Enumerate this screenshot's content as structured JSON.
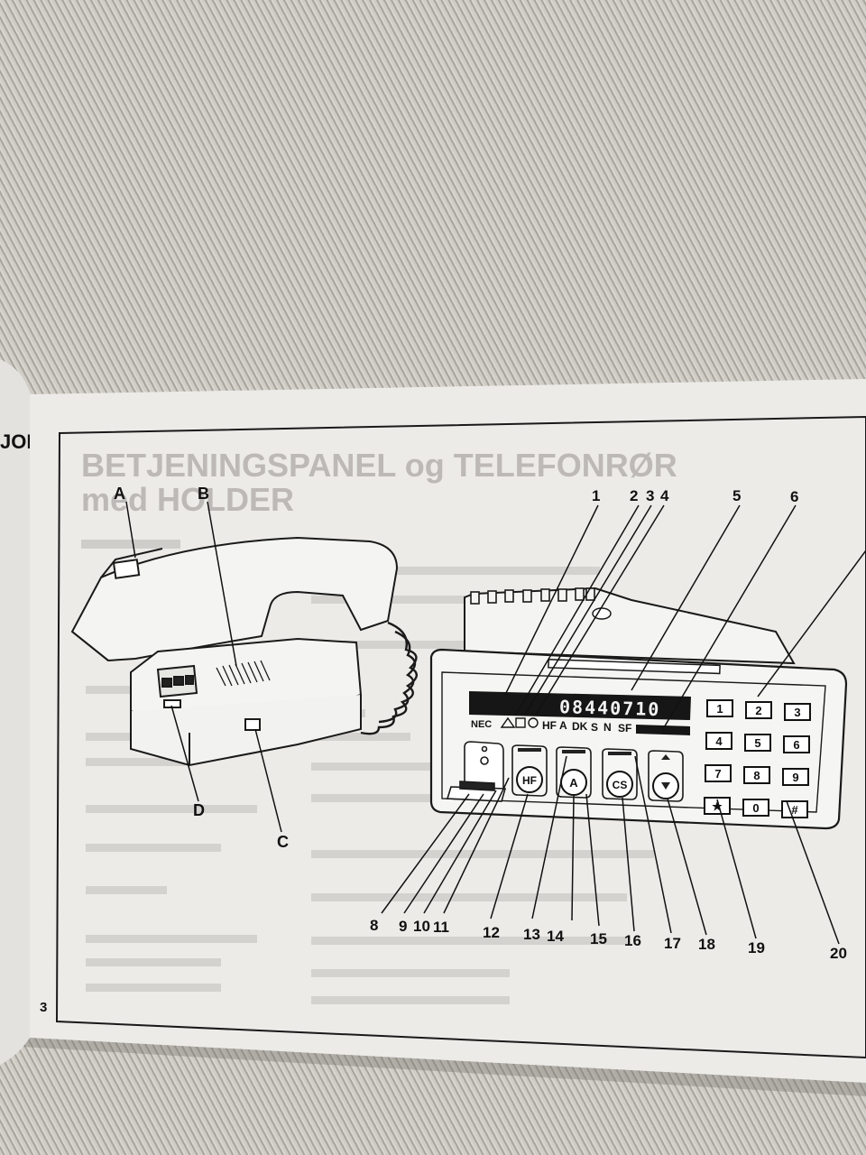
{
  "page": {
    "title_line1": "BETJENINGSPANEL og TELEFONRØR",
    "title_line2": "med HOLDER",
    "page_number": "3",
    "edge_tab": "JOH"
  },
  "handset_figure": {
    "callouts": [
      "A",
      "B",
      "C",
      "D"
    ]
  },
  "panel_figure": {
    "display_digits": "08440710",
    "brand": "NEC",
    "indicators": [
      "HF",
      "A",
      "DK",
      "S",
      "N",
      "SF"
    ],
    "keypad": [
      "1",
      "2",
      "3",
      "4",
      "5",
      "6",
      "7",
      "8",
      "9",
      "★",
      "0",
      "#"
    ],
    "buttons": [
      "HF",
      "A",
      "CS"
    ],
    "callouts_top": [
      "1",
      "2",
      "3",
      "4",
      "5",
      "6"
    ],
    "callouts_bottom": [
      "8",
      "9",
      "10",
      "11",
      "12",
      "13",
      "14",
      "15",
      "16",
      "17",
      "18",
      "19",
      "20"
    ]
  },
  "colors": {
    "paper": "#ecebe8",
    "ink": "#111111",
    "fabric": "#bdb9b1"
  }
}
